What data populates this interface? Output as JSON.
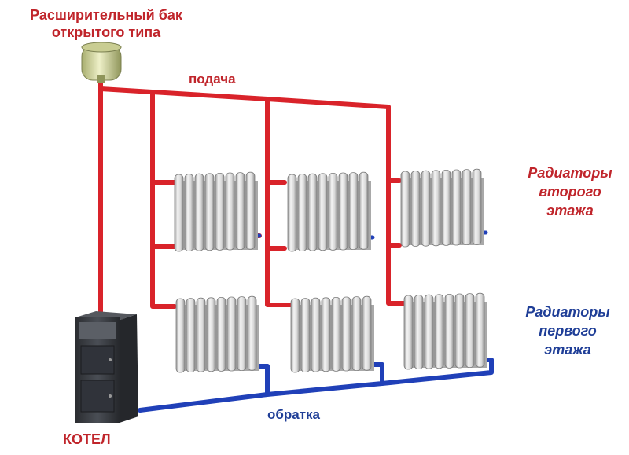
{
  "labels": {
    "tank_line1": "Расширительный бак",
    "tank_line2": "открытого типа",
    "supply": "подача",
    "return": "обратка",
    "boiler": "КОТЕЛ",
    "second_floor_line1": "Радиаторы",
    "second_floor_line2": "второго",
    "second_floor_line3": "этажа",
    "first_floor_line1": "Радиаторы",
    "first_floor_line2": "первого",
    "first_floor_line3": "этажа"
  },
  "colors": {
    "supply_pipe": "#d9232a",
    "return_pipe": "#2040b8",
    "label_red": "#c0252b",
    "label_blue": "#1f3e97",
    "radiator_fill": "#e9e9e9",
    "radiator_shade": "#a9a9a9",
    "boiler_body": "#3a3d42",
    "tank": "#d8dca0"
  },
  "components": {
    "radiator_sections": 8,
    "radiators_per_floor": 3,
    "floors": 2
  }
}
